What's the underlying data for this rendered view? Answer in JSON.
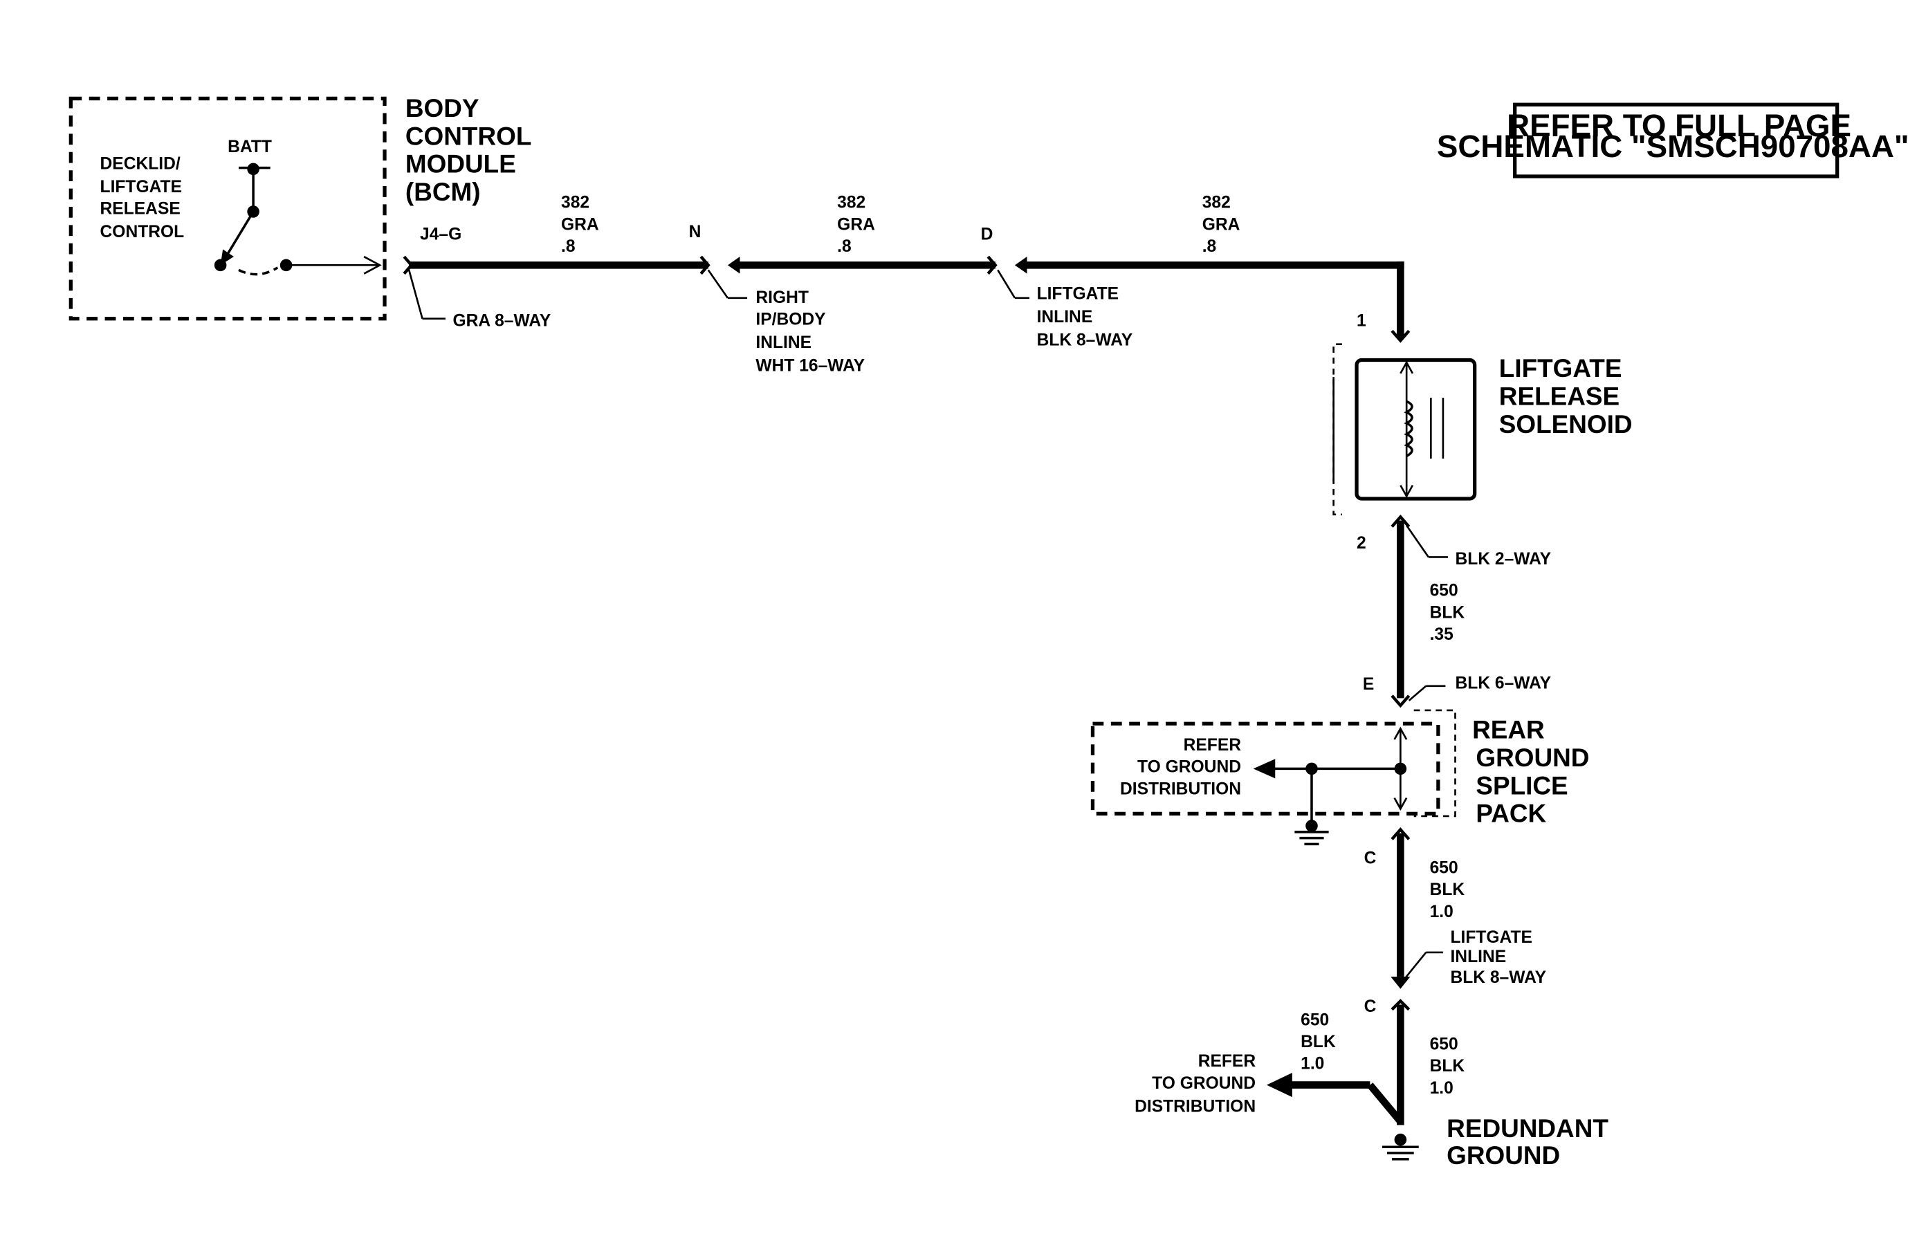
{
  "reference_box": {
    "line1": "REFER TO FULL PAGE",
    "line2": "SCHEMATIC \"SMSCH90708AA\""
  },
  "bcm": {
    "title_lines": [
      "BODY",
      "CONTROL",
      "MODULE",
      "(BCM)"
    ],
    "control_label_lines": [
      "DECKLID/",
      "LIFTGATE",
      "RELEASE",
      "CONTROL"
    ],
    "batt_label": "BATT",
    "pin": "J4–G",
    "connector": "GRA 8–WAY"
  },
  "wire_382": {
    "segment_1": [
      "382",
      "GRA",
      ".8"
    ],
    "segment_2": [
      "382",
      "GRA",
      ".8"
    ],
    "segment_3": [
      "382",
      "GRA",
      ".8"
    ]
  },
  "connector_right_ip_body": {
    "pin": "N",
    "label_lines": [
      "RIGHT",
      "IP/BODY",
      "INLINE",
      "WHT 16–WAY"
    ]
  },
  "connector_liftgate_inline_upper": {
    "pin": "D",
    "label_lines": [
      "LIFTGATE",
      "INLINE",
      "BLK 8–WAY"
    ]
  },
  "solenoid": {
    "title_lines": [
      "LIFTGATE",
      "RELEASE",
      "SOLENOID"
    ],
    "pin_top": "1",
    "pin_bottom": "2",
    "connector": "BLK 2–WAY"
  },
  "wire_650_a": [
    "650",
    "BLK",
    ".35"
  ],
  "splice_pack": {
    "title_lines": [
      "REAR",
      "GROUND",
      "SPLICE",
      "PACK"
    ],
    "pin_top": "E",
    "connector": "BLK 6–WAY",
    "pin_bottom": "C",
    "refer_lines": [
      "REFER",
      "TO GROUND",
      "DISTRIBUTION"
    ]
  },
  "wire_650_b": [
    "650",
    "BLK",
    "1.0"
  ],
  "connector_liftgate_inline_lower": {
    "label_lines": [
      "LIFTGATE",
      "INLINE",
      "BLK 8–WAY"
    ],
    "pin": "C"
  },
  "wire_650_c": [
    "650",
    "BLK",
    "1.0"
  ],
  "wire_650_d": [
    "650",
    "BLK",
    "1.0"
  ],
  "redundant_ground": {
    "title_lines": [
      "REDUNDANT",
      "GROUND"
    ],
    "refer_lines": [
      "REFER",
      "TO GROUND",
      "DISTRIBUTION"
    ]
  }
}
